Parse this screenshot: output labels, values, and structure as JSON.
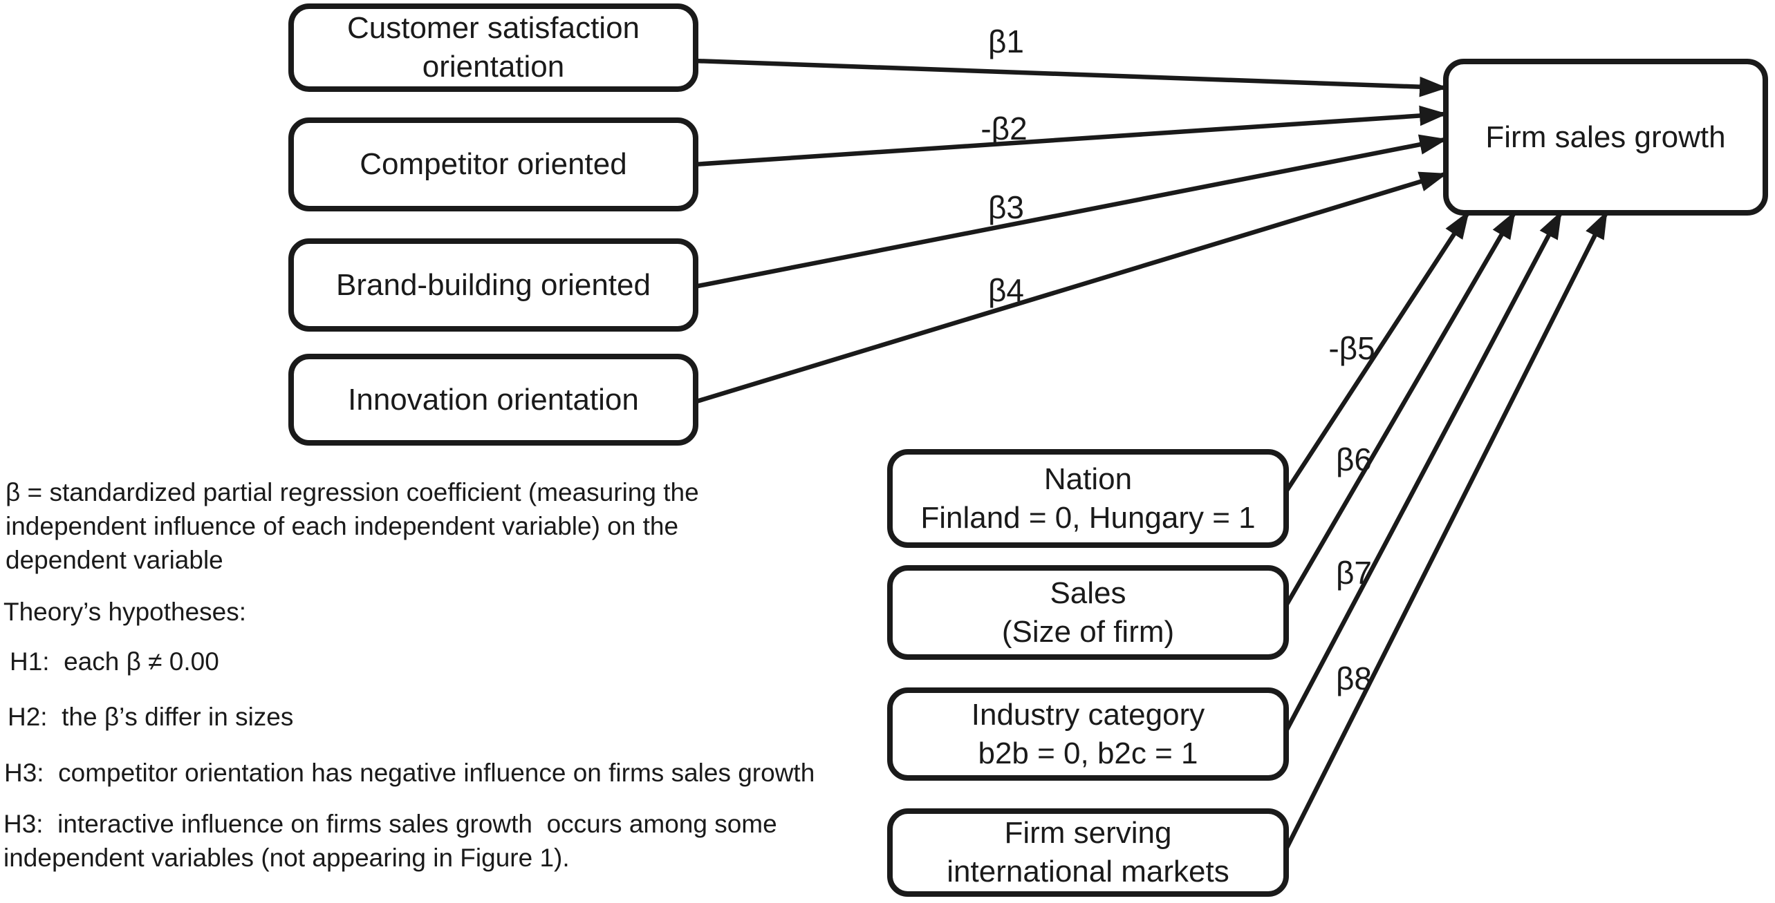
{
  "figure": {
    "predictor_boxes": [
      {
        "label": "Customer satisfaction\norientation"
      },
      {
        "label": "Competitor oriented"
      },
      {
        "label": "Brand-building oriented"
      },
      {
        "label": "Innovation orientation"
      }
    ],
    "outcome_box": {
      "label": "Firm sales growth"
    },
    "control_boxes": [
      {
        "label": "Nation\nFinland = 0, Hungary = 1"
      },
      {
        "label": "Sales\n(Size of firm)"
      },
      {
        "label": "Industry category\nb2b = 0, b2c = 1"
      },
      {
        "label": "Firm serving\ninternational markets"
      }
    ],
    "path_labels": {
      "beta1": "β1",
      "beta2": "-β2",
      "beta3": "β3",
      "beta4": "β4",
      "beta5": "-β5",
      "beta6": "β6",
      "beta7": "β7",
      "beta8": "β8"
    },
    "ink_color": "#1a1a1a"
  },
  "notes": {
    "beta_definition": "β = standardized partial regression coefficient (measuring the\nindependent influence of each independent variable) on the\ndependent variable",
    "hypotheses_title": "Theory’s hypotheses:",
    "h1": "H1:  each β ≠ 0.00",
    "h2": "H2:  the β’s differ in sizes",
    "h3_negative": "H3:  competitor orientation has negative influence on firms sales growth",
    "h3_interactive": "H3:  interactive influence on firms sales growth  occurs among some\nindependent variables (not appearing in Figure 1)."
  }
}
